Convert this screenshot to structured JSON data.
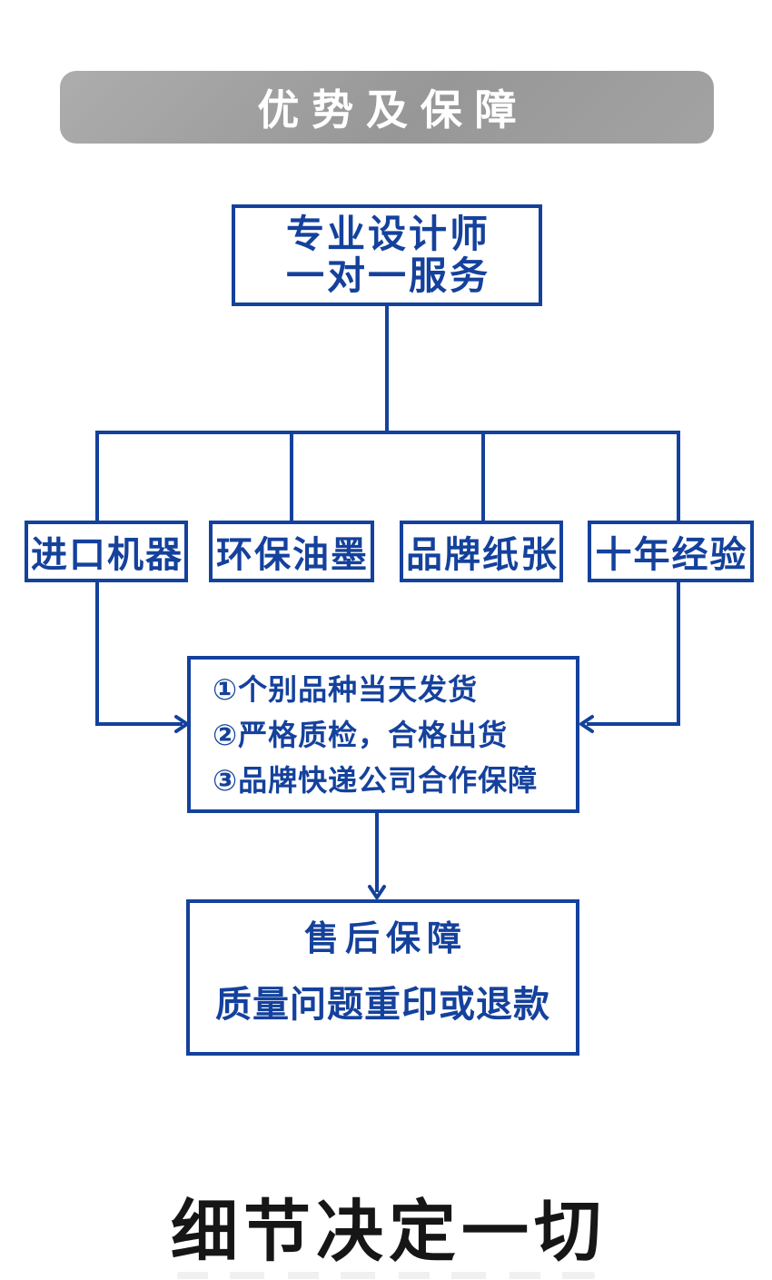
{
  "header": {
    "title": "优势及保障"
  },
  "flowchart": {
    "top_box": {
      "line1": "专业设计师",
      "line2": "一对一服务"
    },
    "feature_boxes": [
      {
        "label": "进口机器"
      },
      {
        "label": "环保油墨"
      },
      {
        "label": "品牌纸张"
      },
      {
        "label": "十年经验"
      }
    ],
    "guarantee_box": {
      "items": [
        "①个别品种当天发货",
        "②严格质检，合格出货",
        "③品牌快递公司合作保障"
      ]
    },
    "aftersale_box": {
      "line1": "售后保障",
      "line2": "质量问题重印或退款"
    }
  },
  "footer": {
    "slogan": "细节决定一切"
  },
  "colors": {
    "accent_blue": "#14419C",
    "banner_gray": "#9B9B9B",
    "banner_text": "#FFFFFF",
    "slogan_black": "#161616"
  }
}
